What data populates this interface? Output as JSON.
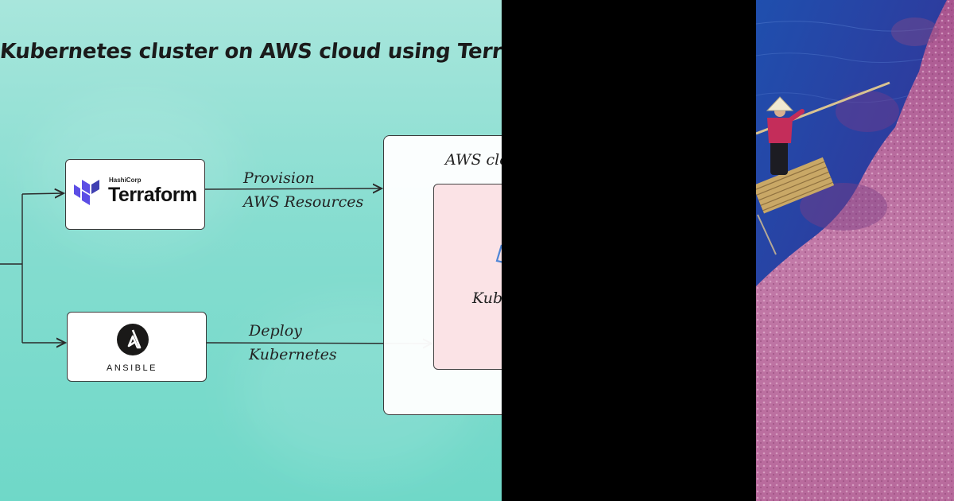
{
  "diagram": {
    "title": "Kubernetes cluster on AWS cloud using Terraform an",
    "terraform": {
      "vendor": "HashiCorp",
      "name": "Terraform"
    },
    "ansible": {
      "name": "ANSIBLE"
    },
    "edge_provision": {
      "line1": "Provision",
      "line2": "AWS Resources"
    },
    "edge_deploy": {
      "line1": "Deploy",
      "line2": "Kubernetes"
    },
    "aws_cloud_label": "AWS clou",
    "kubernetes_label": "Kube"
  },
  "colors": {
    "diagram_background": "#86ddd0",
    "kubernetes_box_fill": "#fbe3e6",
    "terraform_logo": "#5c4ee5",
    "ansible_logo": "#1a1918",
    "lake_water": "#2a3fa0",
    "pink_vegetation": "#c06aa8"
  },
  "icons": {
    "terraform_logo": "terraform-logo-icon",
    "ansible_logo": "ansible-logo-icon",
    "kubernetes_logo": "kubernetes-logo-icon"
  },
  "photo": {
    "subject": "person in conical hat with long pole standing on bamboo raft beside pink vegetation"
  }
}
